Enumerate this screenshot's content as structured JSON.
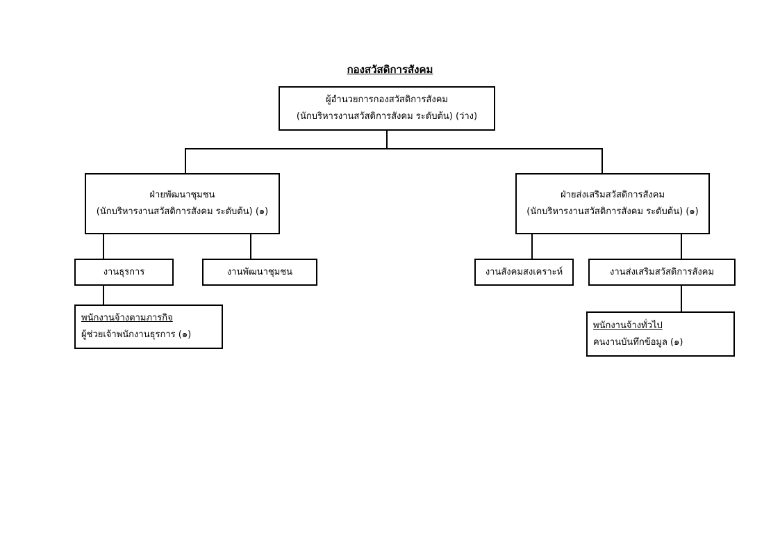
{
  "title": "กองสวัสดิการสังคม",
  "director": {
    "line1": "ผู้อำนวยการกองสวัสดิการสังคม",
    "line2": "(นักบริหารงานสวัสดิการสังคม ระดับต้น) (ว่าง)"
  },
  "community_dept": {
    "line1": "ฝ่ายพัฒนาชุมชน",
    "line2": "(นักบริหารงานสวัสดิการสังคม ระดับต้น) (๑)"
  },
  "welfare_dept": {
    "line1": "ฝ่ายส่งเสริมสวัสดิการสังคม",
    "line2": "(นักบริหารงานสวัสดิการสังคม ระดับต้น) (๑)"
  },
  "units": {
    "general_affairs": "งานธุรการ",
    "community_development": "งานพัฒนาชุมชน",
    "social_work": "งานสังคมสงเคราะห์",
    "welfare_promotion": "งานส่งเสริมสวัสดิการสังคม"
  },
  "staff_mission": {
    "heading": "พนักงานจ้างตามภารกิจ",
    "position": "ผู้ช่วยเจ้าพนักงานธุรการ (๑)"
  },
  "staff_general": {
    "heading": "พนักงานจ้างทั่วไป",
    "position": "คนงานบันทึกข้อมูล (๑)"
  }
}
